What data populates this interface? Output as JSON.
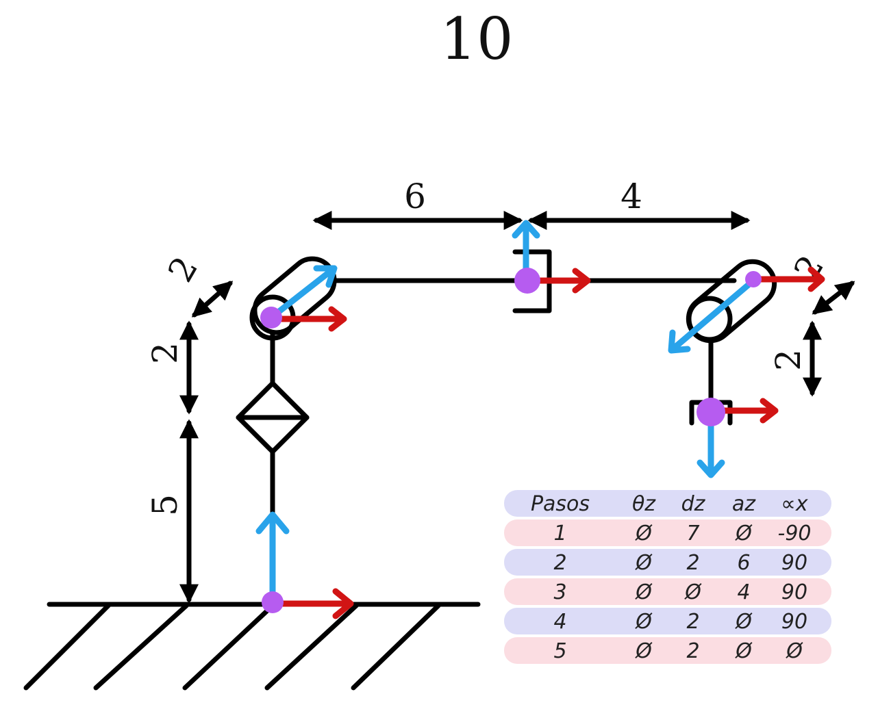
{
  "title": "10",
  "dimensions": {
    "link_upper_left": "6",
    "link_upper_right": "4",
    "height_lower": "5",
    "height_upper": "2",
    "offset_left": "2",
    "offset_right_diag": "2",
    "offset_right_vert": "2"
  },
  "dh_table": {
    "headers": [
      "Pasos",
      "θz",
      "dz",
      "az",
      "∝x"
    ],
    "rows": [
      [
        "1",
        "Ø",
        "7",
        "Ø",
        "-90"
      ],
      [
        "2",
        "Ø",
        "2",
        "6",
        "90"
      ],
      [
        "3",
        "Ø",
        "Ø",
        "4",
        "90"
      ],
      [
        "4",
        "Ø",
        "2",
        "Ø",
        "90"
      ],
      [
        "5",
        "Ø",
        "2",
        "Ø",
        "Ø"
      ]
    ],
    "row_colors": [
      "#dcdcf7",
      "#fbdde2",
      "#dcdcf7",
      "#fbdde2",
      "#dcdcf7",
      "#fbdde2"
    ]
  },
  "colors": {
    "z_axis": "#29a3ea",
    "x_axis": "#d11414",
    "joint_origin": "#b65cf0",
    "links": "#000000"
  }
}
